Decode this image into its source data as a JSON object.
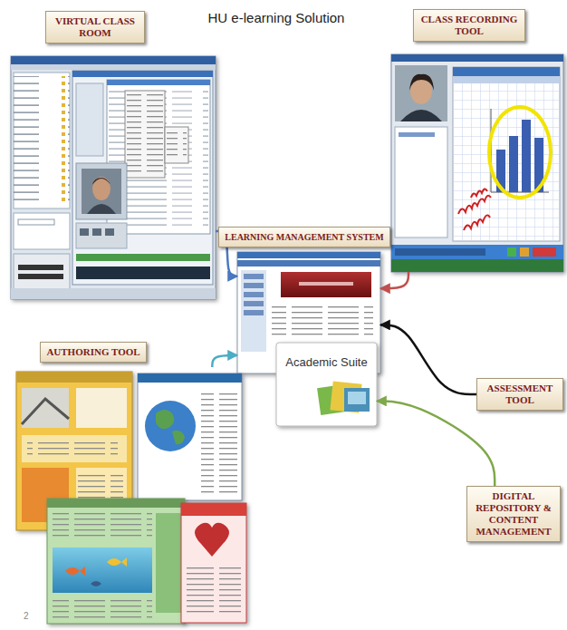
{
  "diagram": {
    "title": "HU e-learning Solution",
    "nodes": [
      {
        "text": [
          "VIRTUAL CLASS ROOM"
        ]
      },
      {
        "text": [
          "CLASS RECORDING TOOL"
        ]
      },
      {
        "text": [
          "LEARNING MANAGEMENT SYSTEM"
        ]
      },
      {
        "text": [
          "Academic Suite"
        ]
      },
      {
        "text": [
          "AUTHORING TOOL"
        ]
      },
      {
        "text": [
          "ASSESSMENT TOOL"
        ]
      },
      {
        "text": [
          "DIGITAL REPOSITORY & CONTENT MANAGEMENT"
        ]
      }
    ],
    "edges": [
      {
        "from": 0,
        "to": 2,
        "arrow": "to"
      },
      {
        "from": 1,
        "to": 2,
        "arrow": "to"
      },
      {
        "from": 4,
        "to": 2,
        "arrow": "to"
      },
      {
        "from": 5,
        "to": 2,
        "arrow": "to"
      },
      {
        "from": 6,
        "to": 3,
        "arrow": "to"
      }
    ],
    "labels": [
      "2"
    ]
  }
}
